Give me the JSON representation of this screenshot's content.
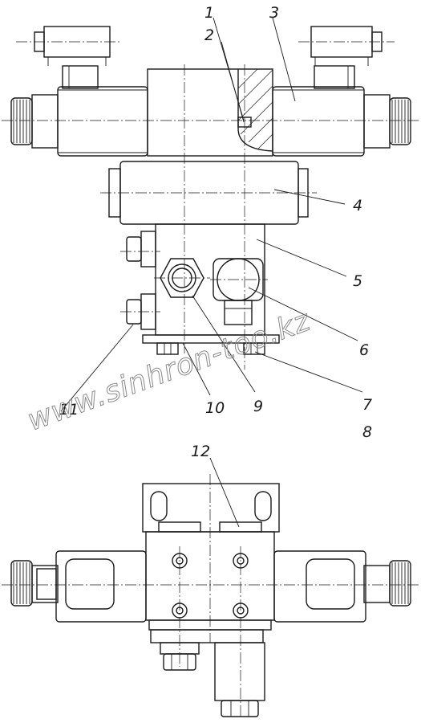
{
  "callouts": [
    "1",
    "2",
    "3",
    "4",
    "5",
    "6",
    "7",
    "8",
    "9",
    "10",
    "11",
    "12"
  ],
  "watermark": "www.sinhron-too.kz"
}
